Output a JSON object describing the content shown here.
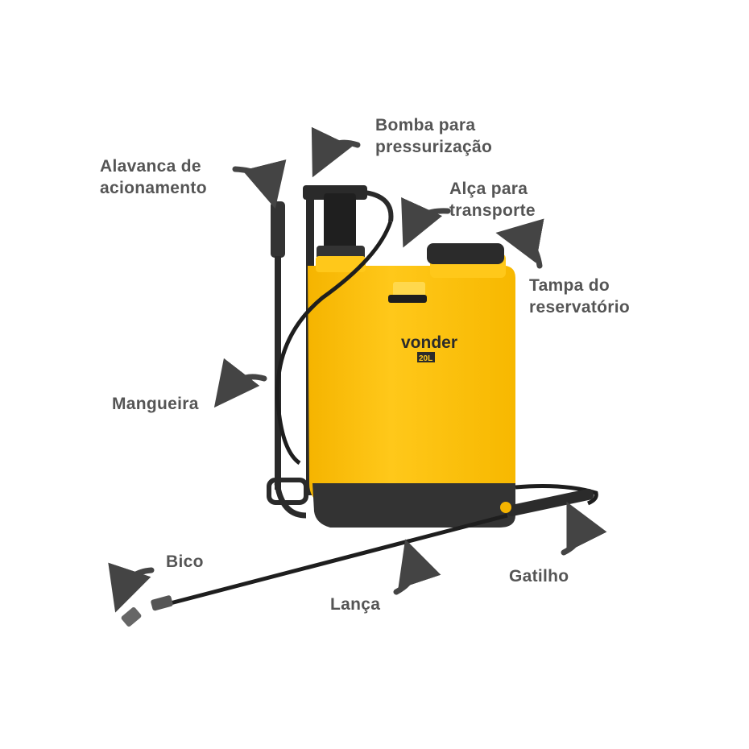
{
  "diagram": {
    "product": {
      "brand": "vonder",
      "capacity": "20L",
      "body_color": "#FFC107",
      "dark_color": "#2b2b2b"
    },
    "text_color": "#555555",
    "labels": [
      {
        "id": "bomba",
        "lines": [
          "Bomba para",
          "pressurização"
        ]
      },
      {
        "id": "alavanca",
        "lines": [
          "Alavanca de",
          "acionamento"
        ]
      },
      {
        "id": "alca",
        "lines": [
          "Alça para",
          "transporte"
        ]
      },
      {
        "id": "tampa",
        "lines": [
          "Tampa do",
          "reservatório"
        ]
      },
      {
        "id": "mangueira",
        "lines": [
          "Mangueira"
        ]
      },
      {
        "id": "bico",
        "lines": [
          "Bico"
        ]
      },
      {
        "id": "gatilho",
        "lines": [
          "Gatilho"
        ]
      },
      {
        "id": "lanca",
        "lines": [
          "Lança"
        ]
      }
    ]
  }
}
